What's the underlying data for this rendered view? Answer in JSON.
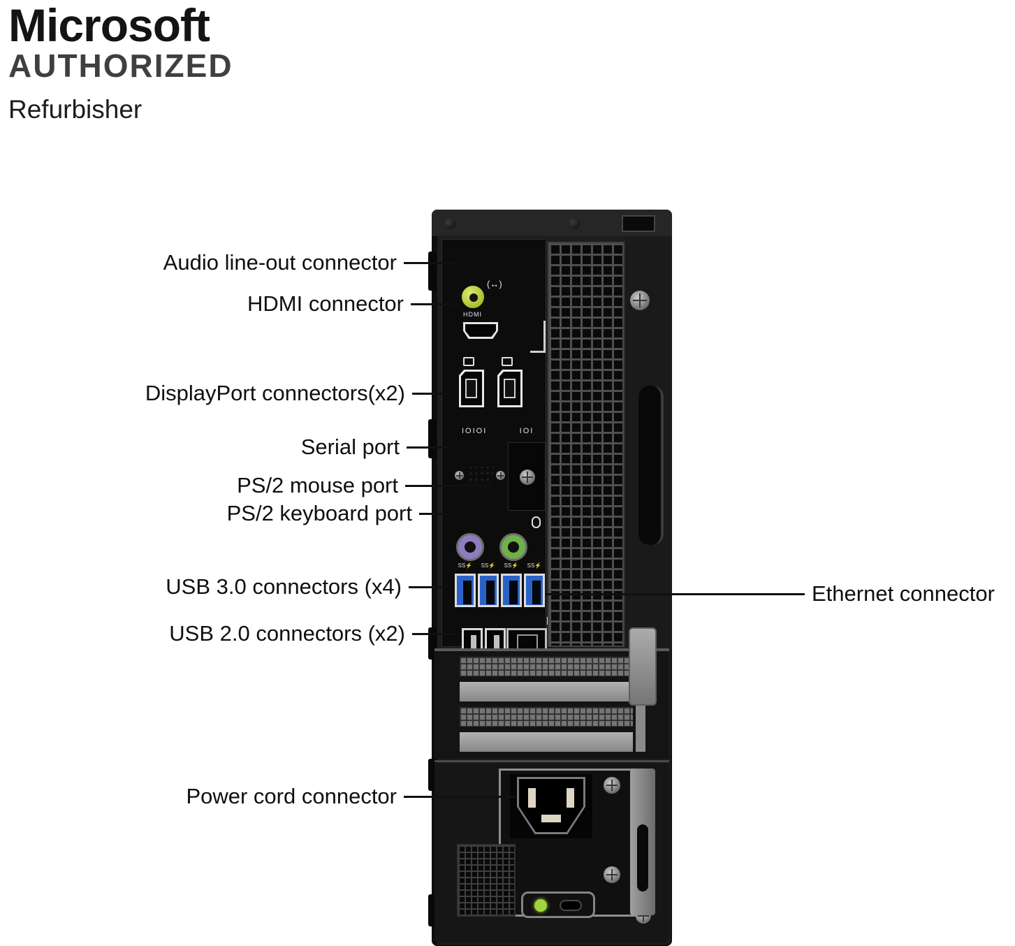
{
  "logo": {
    "line1": "Microsoft",
    "line2": "AUTHORIZED",
    "line3": "Refurbisher"
  },
  "callouts": {
    "audio": "Audio line-out connector",
    "hdmi": "HDMI connector",
    "displayport": "DisplayPort connectors(x2)",
    "serial": "Serial port",
    "ps2_mouse": "PS/2 mouse port",
    "ps2_keyboard": "PS/2 keyboard port",
    "usb3": "USB 3.0 connectors (x4)",
    "usb2": "USB 2.0 connectors (x2)",
    "ethernet": "Ethernet connector",
    "power": "Power cord connector"
  },
  "port_glyphs": {
    "lineout": "(↔)",
    "hdmi": "HDMI",
    "serial": "IOIOI",
    "blank_plate": "IOI",
    "usb3": "SS⚡"
  },
  "colors": {
    "audio_jack": "#b9cf3c",
    "ps2_keyboard": "#8f7cc0",
    "ps2_mouse": "#6fb04a",
    "usb3_tongue": "#2b62c8",
    "ethernet_led_green": "#8bd13a",
    "ethernet_led_amber": "#e6c23c",
    "power_led": "#9fd43c",
    "chassis": "#1d1d1d",
    "background": "#ffffff"
  }
}
